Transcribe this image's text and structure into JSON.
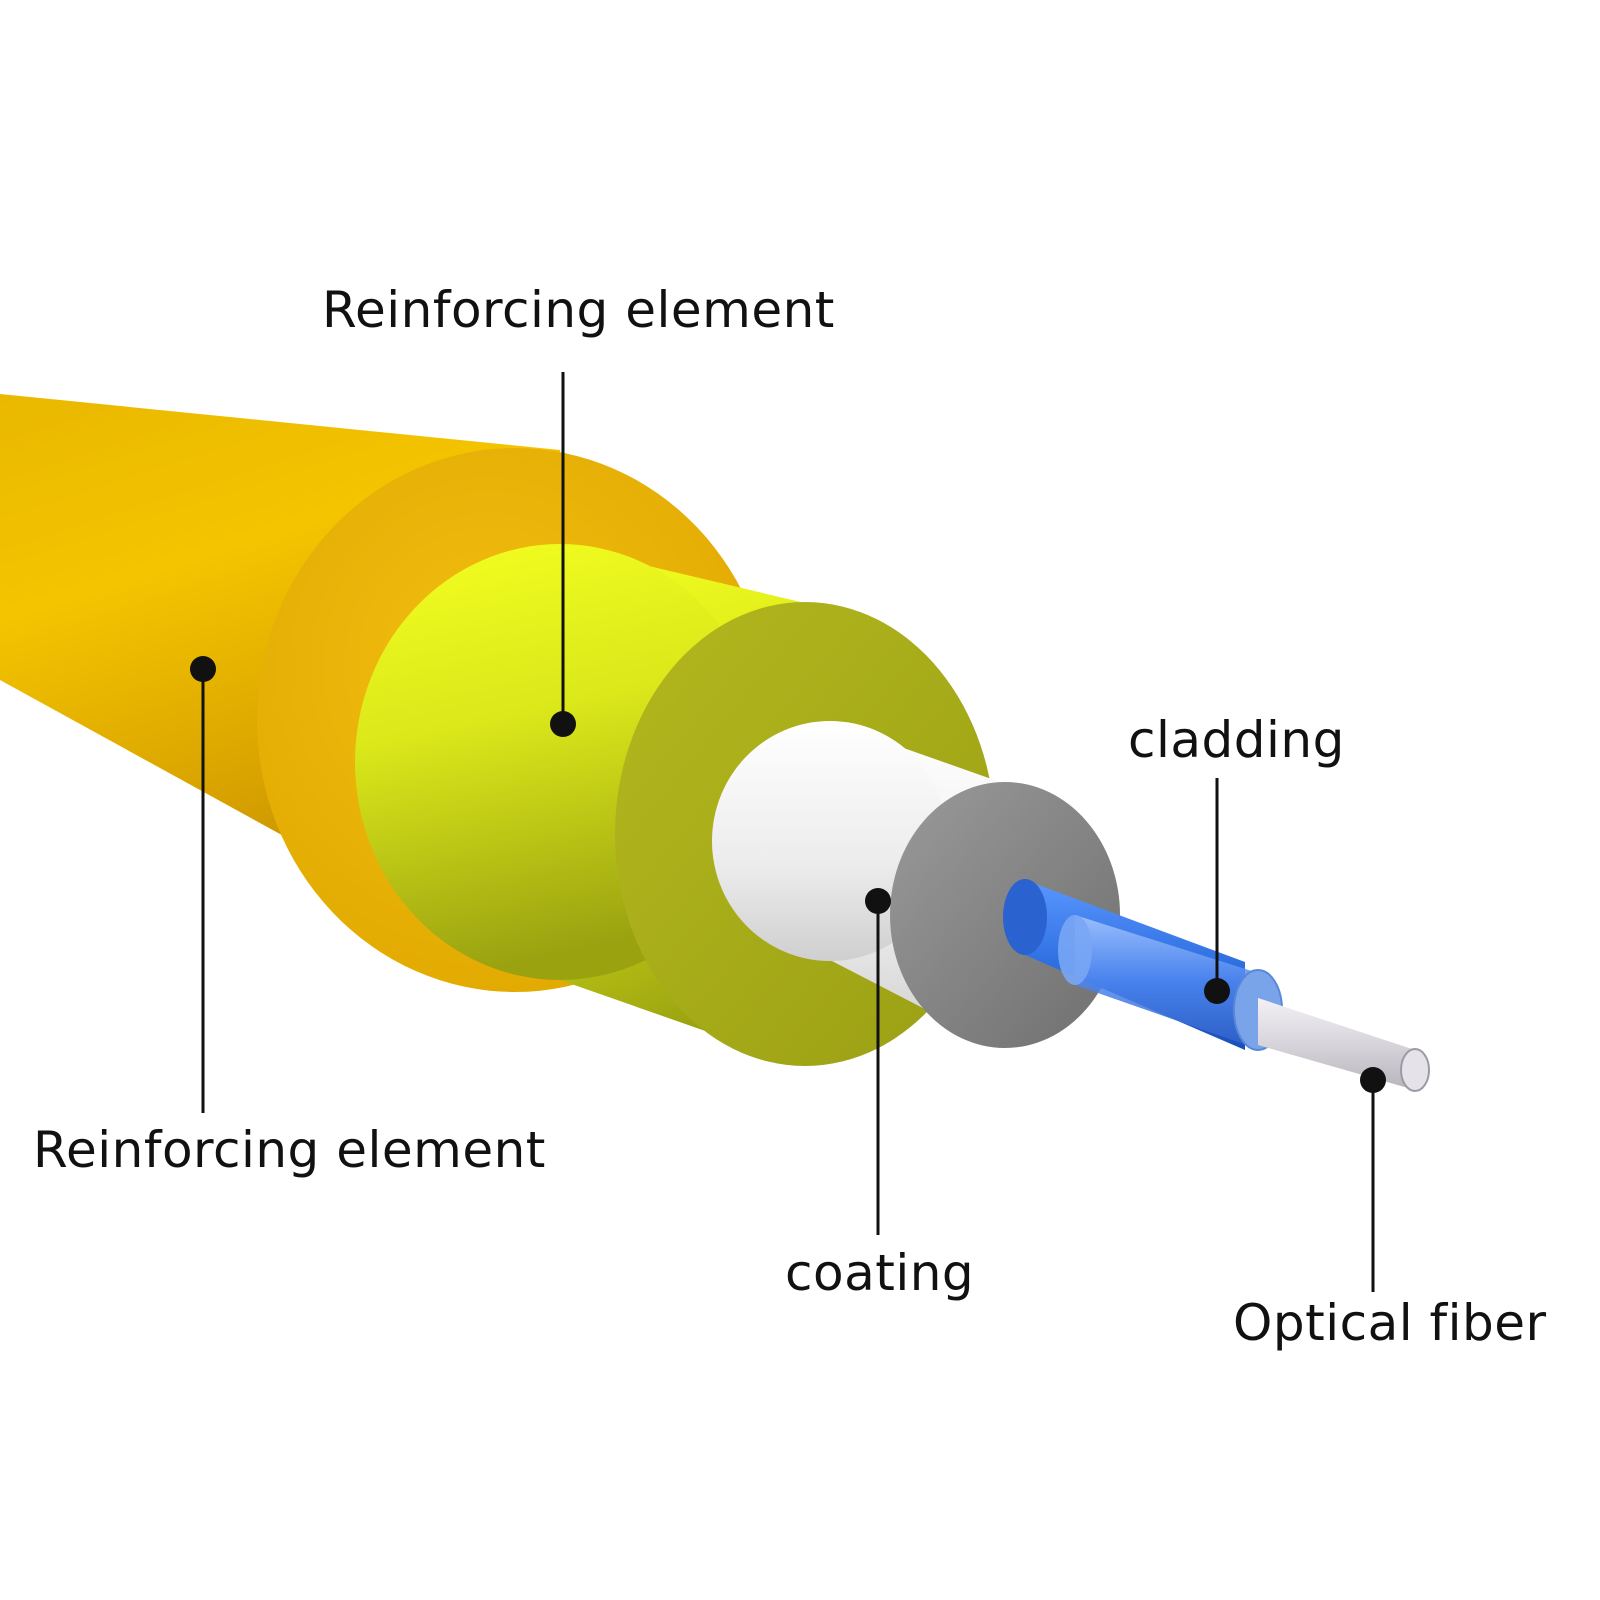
{
  "colors": {
    "outer_jacket": "#e8b400",
    "inner_jacket": "#e6f020",
    "inner_jacket_face": "#a9ae1c",
    "coating": "#f2f2f2",
    "coating_face": "#8c8c8c",
    "cladding": "#2e6fe0",
    "core": "#d8d4dc"
  },
  "labels": {
    "top_reinforcing": "Reinforcing element",
    "left_reinforcing": "Reinforcing element",
    "cladding": "cladding",
    "coating": "coating",
    "optical_fiber": "Optical fiber"
  }
}
